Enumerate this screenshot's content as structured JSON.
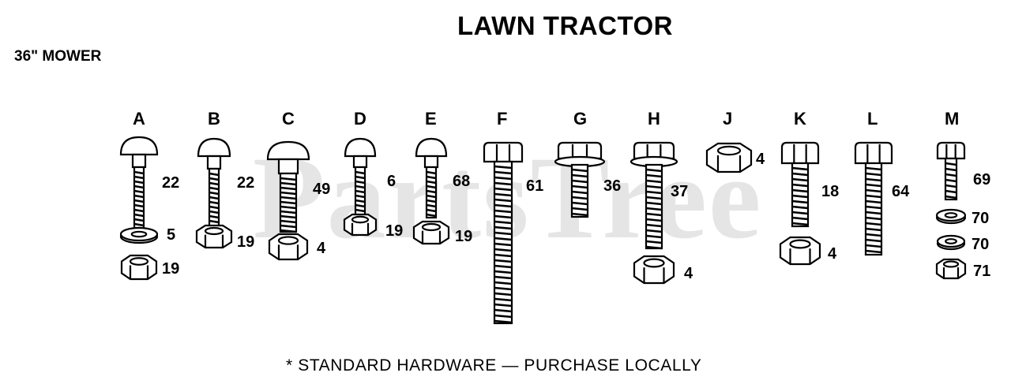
{
  "title": "LAWN TRACTOR",
  "subtitle": "36\" MOWER",
  "watermark": "PartsTree",
  "footnote": "* STANDARD HARDWARE — PURCHASE LOCALLY",
  "groups": [
    {
      "letter": "A",
      "bolt": "22",
      "parts": [
        "5",
        "19"
      ]
    },
    {
      "letter": "B",
      "bolt": "22",
      "parts": [
        "19"
      ]
    },
    {
      "letter": "C",
      "bolt": "49",
      "parts": [
        "4"
      ]
    },
    {
      "letter": "D",
      "bolt": "6",
      "parts": [
        "19"
      ]
    },
    {
      "letter": "E",
      "bolt": "68",
      "parts": [
        "19"
      ]
    },
    {
      "letter": "F",
      "bolt": "61",
      "parts": []
    },
    {
      "letter": "G",
      "bolt": "36",
      "parts": []
    },
    {
      "letter": "H",
      "bolt": "37",
      "parts": [
        "4"
      ]
    },
    {
      "letter": "J",
      "bolt": "4",
      "parts": []
    },
    {
      "letter": "K",
      "bolt": "18",
      "parts": [
        "4"
      ]
    },
    {
      "letter": "L",
      "bolt": "64",
      "parts": []
    },
    {
      "letter": "M",
      "bolt": "69",
      "parts": [
        "70",
        "70",
        "71"
      ]
    }
  ]
}
